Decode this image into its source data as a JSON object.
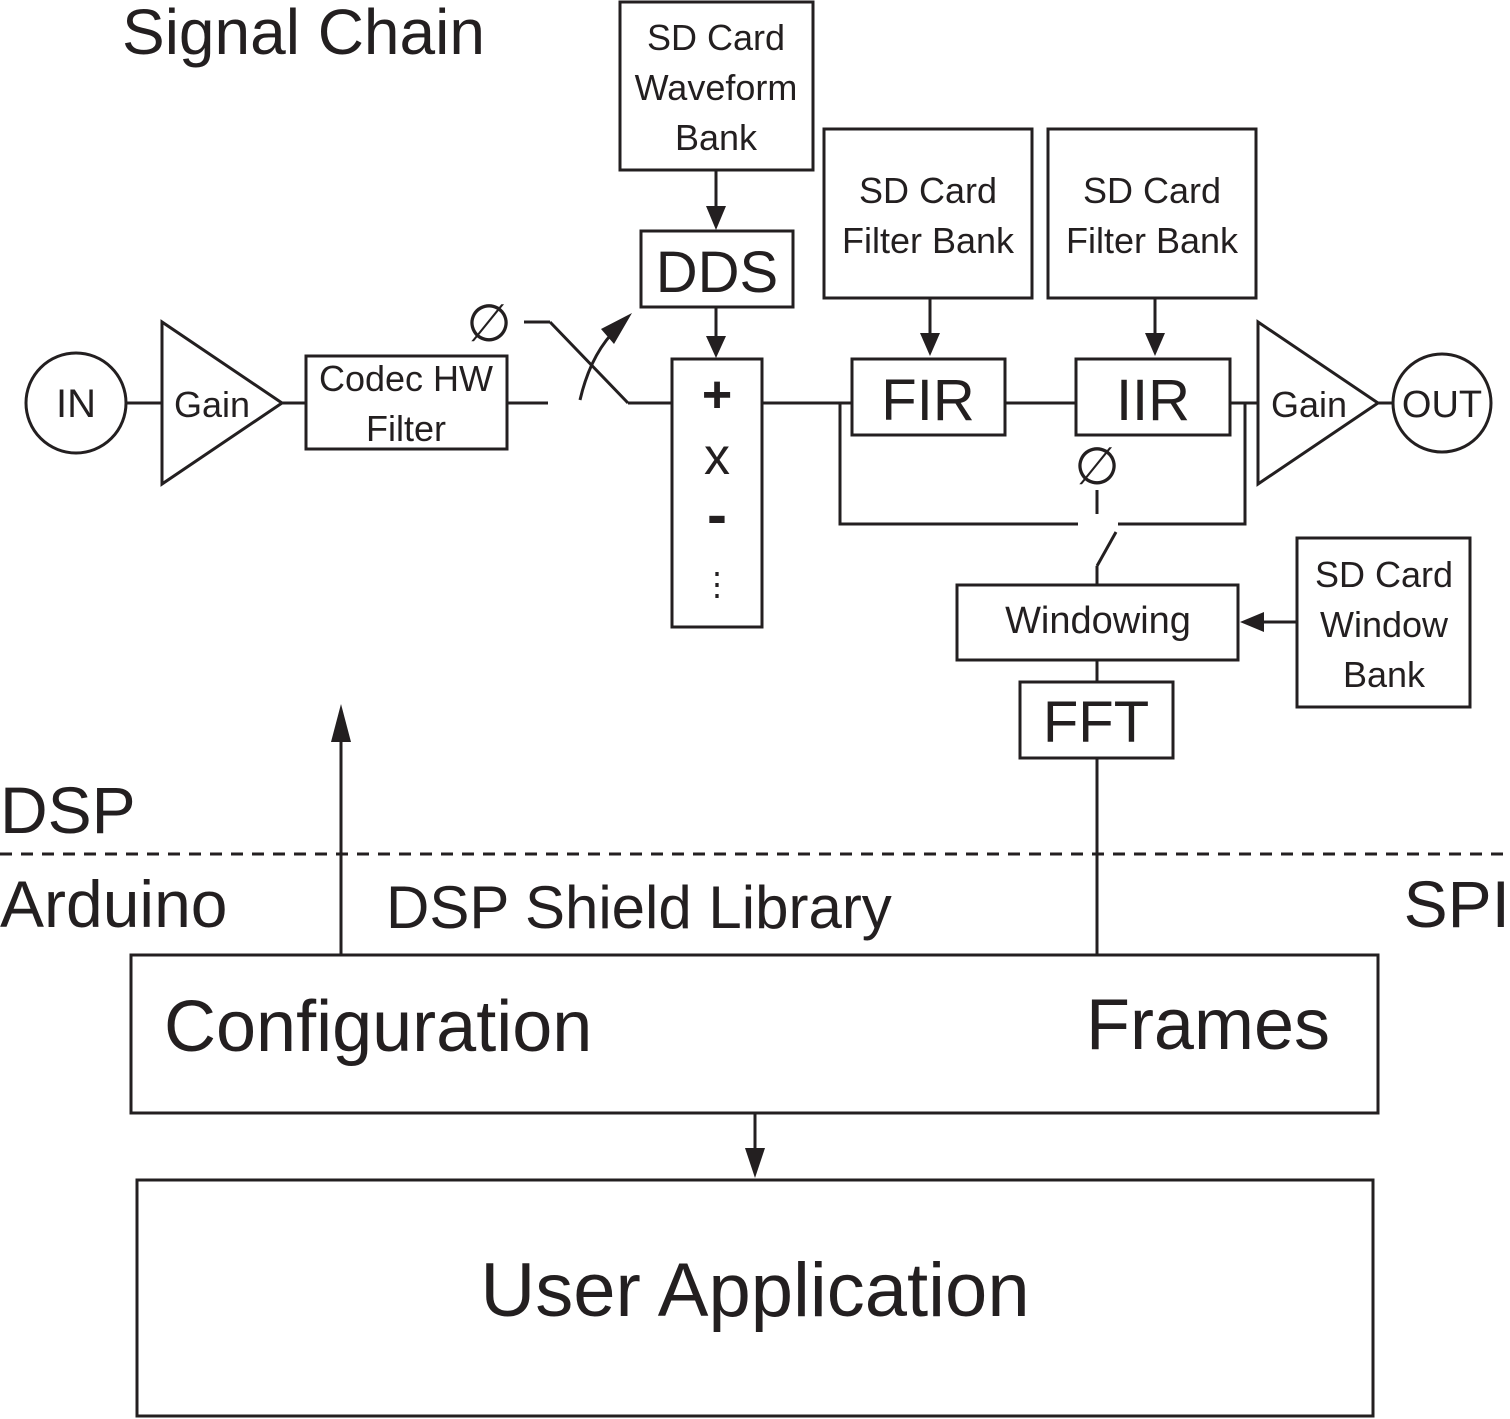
{
  "title": "Signal Chain",
  "domains": {
    "dsp": "DSP",
    "arduino": "Arduino",
    "spi": "SPI",
    "library": "DSP Shield Library"
  },
  "blocks": {
    "input": "IN",
    "gain_in": "Gain",
    "codec_line1": "Codec HW",
    "codec_line2": "Filter",
    "dds": "DDS",
    "waveform_bank": [
      "SD Card",
      "Waveform",
      "Bank"
    ],
    "fir_bank": [
      "SD Card",
      "Filter Bank"
    ],
    "iir_bank": [
      "SD Card",
      "Filter Bank"
    ],
    "fir": "FIR",
    "iir": "IIR",
    "gain_out": "Gain",
    "output": "OUT",
    "mixer_ops": [
      "+",
      "x",
      "-",
      "⋮"
    ],
    "windowing": "Windowing",
    "window_bank": [
      "SD Card",
      "Window",
      "Bank"
    ],
    "fft": "FFT"
  },
  "switch_symbols": {
    "phase_switch": "∅",
    "bypass_switch": "∅"
  },
  "library_panel": {
    "configuration": "Configuration",
    "frames": "Frames"
  },
  "user_app": "User Application",
  "colors": {
    "ink": "#231f20",
    "background": "#ffffff"
  }
}
